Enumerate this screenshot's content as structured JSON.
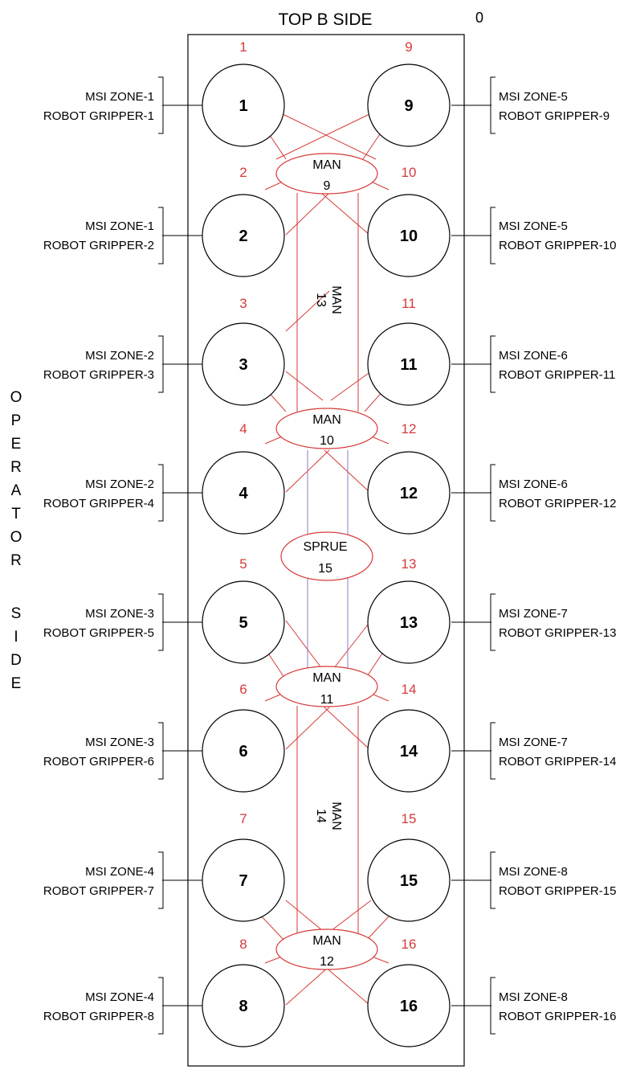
{
  "header": {
    "title": "TOP B SIDE",
    "zero": "0"
  },
  "operator_side_letters": [
    "O",
    "P",
    "E",
    "R",
    "A",
    "T",
    "O",
    "R",
    "",
    "S",
    "I",
    "D",
    "E"
  ],
  "colors": {
    "red": "#d63a3a",
    "purple": "#8c78c8",
    "black": "#000000"
  },
  "cavities": [
    {
      "id": "1",
      "red": "1"
    },
    {
      "id": "2",
      "red": "2"
    },
    {
      "id": "3",
      "red": "3"
    },
    {
      "id": "4",
      "red": "4"
    },
    {
      "id": "5",
      "red": "5"
    },
    {
      "id": "6",
      "red": "6"
    },
    {
      "id": "7",
      "red": "7"
    },
    {
      "id": "8",
      "red": "8"
    },
    {
      "id": "9",
      "red": "9"
    },
    {
      "id": "10",
      "red": "10"
    },
    {
      "id": "11",
      "red": "11"
    },
    {
      "id": "12",
      "red": "12"
    },
    {
      "id": "13",
      "red": "13"
    },
    {
      "id": "14",
      "red": "14"
    },
    {
      "id": "15",
      "red": "15"
    },
    {
      "id": "16",
      "red": "16"
    }
  ],
  "left_labels": [
    {
      "zone": "MSI ZONE-1",
      "gripper": "ROBOT GRIPPER-1"
    },
    {
      "zone": "MSI ZONE-1",
      "gripper": "ROBOT GRIPPER-2"
    },
    {
      "zone": "MSI ZONE-2",
      "gripper": "ROBOT GRIPPER-3"
    },
    {
      "zone": "MSI ZONE-2",
      "gripper": "ROBOT GRIPPER-4"
    },
    {
      "zone": "MSI ZONE-3",
      "gripper": "ROBOT GRIPPER-5"
    },
    {
      "zone": "MSI ZONE-3",
      "gripper": "ROBOT GRIPPER-6"
    },
    {
      "zone": "MSI ZONE-4",
      "gripper": "ROBOT GRIPPER-7"
    },
    {
      "zone": "MSI ZONE-4",
      "gripper": "ROBOT GRIPPER-8"
    }
  ],
  "right_labels": [
    {
      "zone": "MSI ZONE-5",
      "gripper": "ROBOT GRIPPER-9"
    },
    {
      "zone": "MSI ZONE-5",
      "gripper": "ROBOT GRIPPER-10"
    },
    {
      "zone": "MSI ZONE-6",
      "gripper": "ROBOT GRIPPER-11"
    },
    {
      "zone": "MSI ZONE-6",
      "gripper": "ROBOT GRIPPER-12"
    },
    {
      "zone": "MSI ZONE-7",
      "gripper": "ROBOT GRIPPER-13"
    },
    {
      "zone": "MSI ZONE-7",
      "gripper": "ROBOT GRIPPER-14"
    },
    {
      "zone": "MSI ZONE-8",
      "gripper": "ROBOT GRIPPER-15"
    },
    {
      "zone": "MSI ZONE-8",
      "gripper": "ROBOT GRIPPER-16"
    }
  ],
  "manifolds": [
    {
      "top": "MAN",
      "bottom": "9"
    },
    {
      "top": "MAN",
      "bottom": "10"
    },
    {
      "top": "SPRUE",
      "bottom": "15"
    },
    {
      "top": "MAN",
      "bottom": "11"
    },
    {
      "top": "MAN",
      "bottom": "12"
    }
  ],
  "vertical_manifolds": [
    {
      "top": "MAN",
      "bottom": "13"
    },
    {
      "top": "MAN",
      "bottom": "14"
    }
  ]
}
